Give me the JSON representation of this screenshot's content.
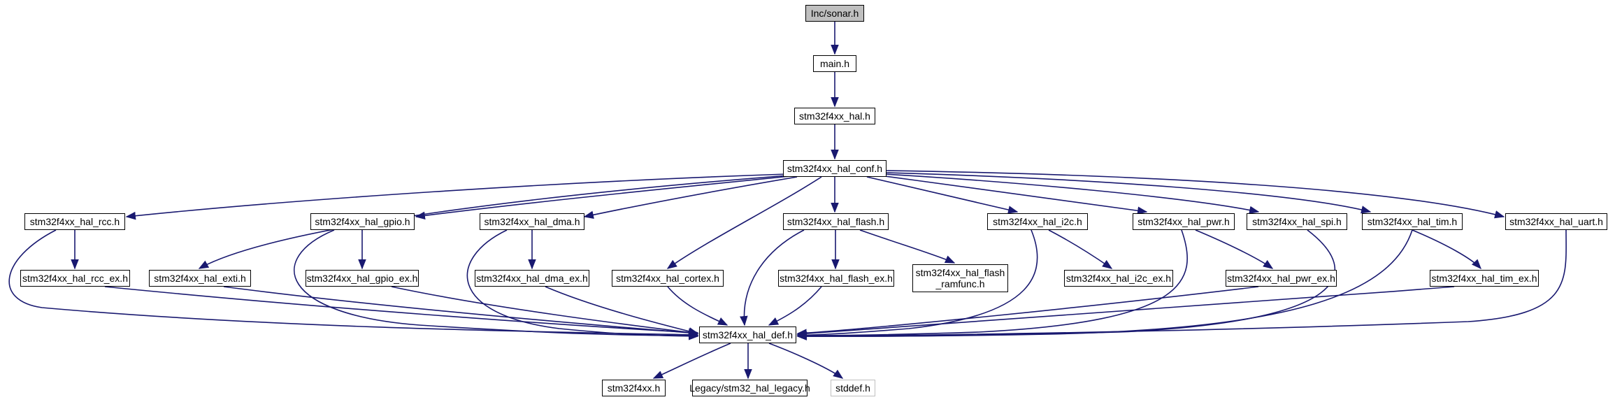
{
  "colors": {
    "edge": "#191970",
    "border": "#000000",
    "root_fill": "#bfbfbf",
    "missing_border": "#bfbfbf"
  },
  "nodes": {
    "sonar": {
      "label": "Inc/sonar.h"
    },
    "main": {
      "label": "main.h"
    },
    "hal": {
      "label": "stm32f4xx_hal.h"
    },
    "conf": {
      "label": "stm32f4xx_hal_conf.h"
    },
    "rcc": {
      "label": "stm32f4xx_hal_rcc.h"
    },
    "rcc_ex": {
      "label": "stm32f4xx_hal_rcc_ex.h"
    },
    "exti": {
      "label": "stm32f4xx_hal_exti.h"
    },
    "gpio": {
      "label": "stm32f4xx_hal_gpio.h"
    },
    "gpio_ex": {
      "label": "stm32f4xx_hal_gpio_ex.h"
    },
    "dma": {
      "label": "stm32f4xx_hal_dma.h"
    },
    "dma_ex": {
      "label": "stm32f4xx_hal_dma_ex.h"
    },
    "cortex": {
      "label": "stm32f4xx_hal_cortex.h"
    },
    "flash": {
      "label": "stm32f4xx_hal_flash.h"
    },
    "flash_ex": {
      "label": "stm32f4xx_hal_flash_ex.h"
    },
    "flash_ramfunc": {
      "label": "stm32f4xx_hal_flash\n_ramfunc.h"
    },
    "i2c": {
      "label": "stm32f4xx_hal_i2c.h"
    },
    "i2c_ex": {
      "label": "stm32f4xx_hal_i2c_ex.h"
    },
    "pwr": {
      "label": "stm32f4xx_hal_pwr.h"
    },
    "pwr_ex": {
      "label": "stm32f4xx_hal_pwr_ex.h"
    },
    "spi": {
      "label": "stm32f4xx_hal_spi.h"
    },
    "tim": {
      "label": "stm32f4xx_hal_tim.h"
    },
    "tim_ex": {
      "label": "stm32f4xx_hal_tim_ex.h"
    },
    "uart": {
      "label": "stm32f4xx_hal_uart.h"
    },
    "def": {
      "label": "stm32f4xx_hal_def.h"
    },
    "stm32f4xx": {
      "label": "stm32f4xx.h"
    },
    "legacy": {
      "label": "Legacy/stm32_hal_legacy.h"
    },
    "stddef": {
      "label": "stddef.h"
    }
  }
}
